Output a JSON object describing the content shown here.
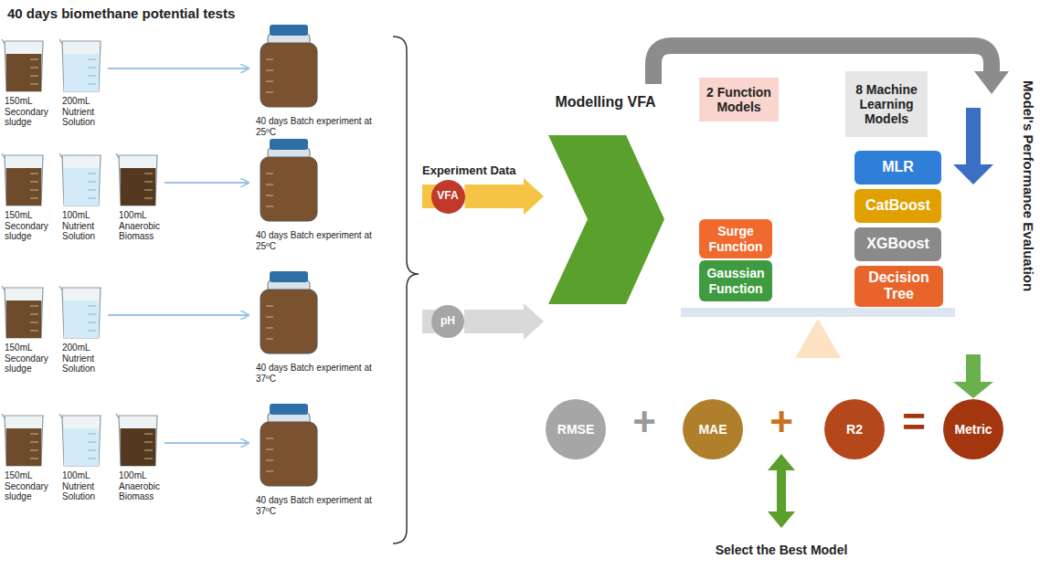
{
  "diagram": {
    "title": "40 days biomethane potential tests",
    "nodes": [
      {
        "text": [
          "VFA"
        ]
      },
      {
        "text": [
          "pH"
        ]
      },
      {
        "text": [
          "Modelling VFA"
        ]
      },
      {
        "text": [
          "2 Function Models"
        ]
      },
      {
        "text": [
          "8 Machine Learning Models"
        ]
      },
      {
        "text": [
          "MLR"
        ]
      },
      {
        "text": [
          "CatBoost"
        ]
      },
      {
        "text": [
          "XGBoost"
        ]
      },
      {
        "text": [
          "Decision Tree"
        ]
      },
      {
        "text": [
          "Surge Function"
        ]
      },
      {
        "text": [
          "Gaussian Function"
        ]
      },
      {
        "text": [
          "RMSE"
        ]
      },
      {
        "text": [
          "MAE"
        ]
      },
      {
        "text": [
          "R2"
        ]
      },
      {
        "text": [
          "Metric"
        ]
      }
    ],
    "edges": [
      {
        "from": 0,
        "to": 2,
        "arrow": "to"
      },
      {
        "from": 1,
        "to": 2,
        "arrow": "to"
      }
    ],
    "labels": [
      "150mL Secondary sludge",
      "200mL Nutrient Solution",
      "40 days Batch experiment at 25ºC",
      "150mL Secondary sludge",
      "100mL Nutrient Solution",
      "100mL Anaerobic Biomass",
      "40 days Batch experiment at 25ºC",
      "150mL Secondary sludge",
      "200mL Nutrient Solution",
      "40 days Batch experiment at 37ºC",
      "150mL Secondary sludge",
      "100mL Nutrient Solution",
      "100mL Anaerobic Biomass",
      "40 days Batch experiment at 37ºC",
      "Experiment Data",
      "Model's Performance Evaluation",
      "+",
      "+",
      "=",
      "Select the Best Model"
    ]
  }
}
